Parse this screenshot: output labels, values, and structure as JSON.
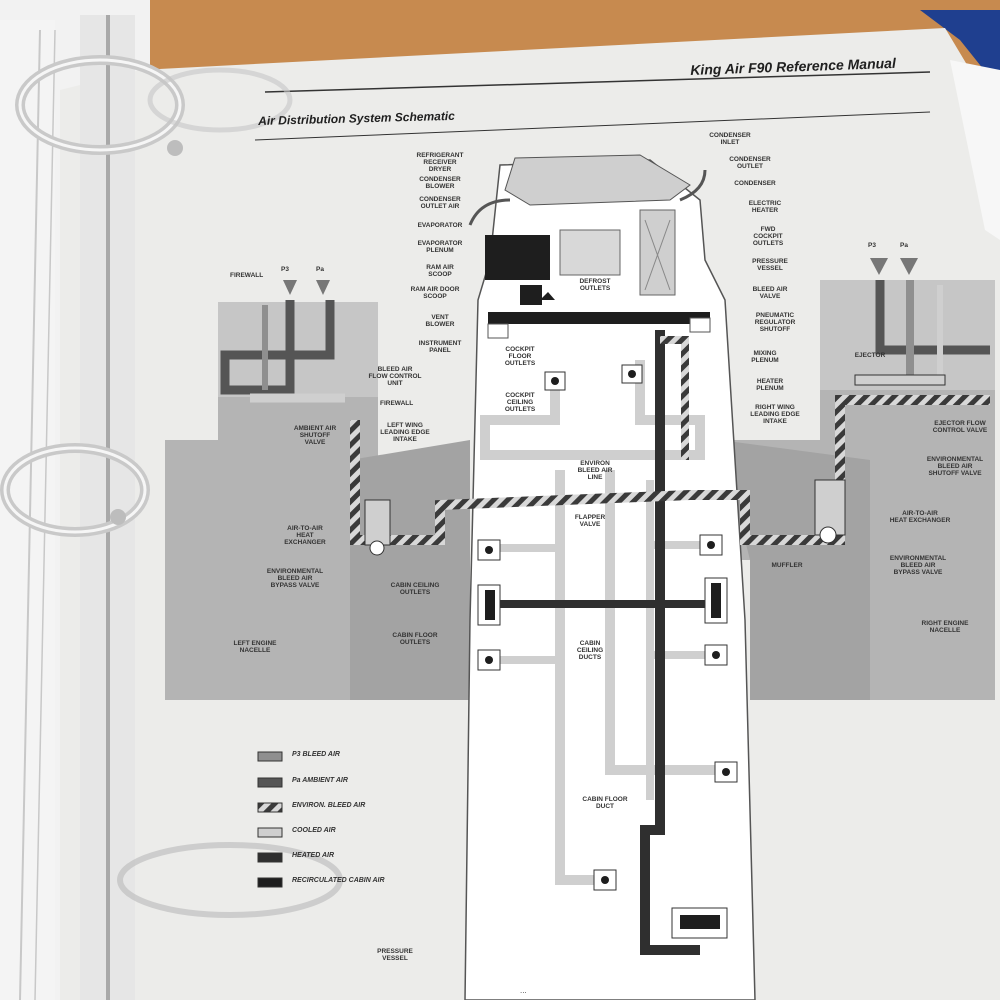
{
  "header_title": "King Air F90 Reference Manual",
  "section_title": "Air Distribution System Schematic",
  "page_number": "...",
  "colors": {
    "paper": "#ececea",
    "p3_bleed": "#8f8f8f",
    "ambient": "#555555",
    "cooled": "#cfcfcf",
    "heated": "#2f2f2f",
    "recirculated": "#1e1e1e",
    "nacelle": "#b4b4b4"
  },
  "labels": {
    "left_engine_nacelle": "LEFT ENGINE\nNACELLE",
    "right_engine_nacelle": "RIGHT ENGINE\nNACELLE",
    "firewall_left": "FIREWALL",
    "firewall_left_top": "FIREWALL",
    "bleed_air_flow_control_unit": "BLEED AIR\nFLOW CONTROL\nUNIT",
    "ambient_air_shutoff_valve": "AMBIENT AIR\nSHUTOFF\nVALVE",
    "left_wing_leading_edge": "LEFT WING\nLEADING EDGE\nINTAKE",
    "left_air_to_air_heat_exchanger": "AIR-TO-AIR\nHEAT\nEXCHANGER",
    "left_env_bleed_air_bypass_valve": "ENVIRONMENTAL\nBLEED AIR\nBYPASS VALVE",
    "cabin_ceiling_outlets": "CABIN CEILING\nOUTLETS",
    "cabin_floor_outlets": "CABIN FLOOR\nOUTLETS",
    "refrigerant_receiver_dryer": "REFRIGERANT\nRECEIVER\nDRYER",
    "condenser_blower": "CONDENSER\nBLOWER",
    "condenser_outlet_air": "CONDENSER\nOUTLET AIR",
    "evaporator": "EVAPORATOR",
    "evaporator_plenum": "EVAPORATOR\nPLENUM",
    "ram_air_scoop": "RAM AIR\nSCOOP",
    "ram_air_door": "RAM AIR DOOR\nSCOOP",
    "vent_blower": "VENT\nBLOWER",
    "instrument_panel": "INSTRUMENT\nPANEL",
    "cockpit_floor_outlets": "COCKPIT\nFLOOR\nOUTLETS",
    "cockpit_ceiling_outlets": "COCKPIT\nCEILING\nOUTLETS",
    "defrost_outlets": "DEFROST\nOUTLETS",
    "pressure_vessel_top": "PRESSURE\nVESSEL",
    "pressure_vessel_bottom": "PRESSURE\nVESSEL",
    "condenser_inlet": "CONDENSER\nINLET",
    "condenser_outlet": "CONDENSER\nOUTLET",
    "condenser": "CONDENSER",
    "electric_heater": "ELECTRIC\nHEATER",
    "fwd_cockpit_outlets": "FWD\nCOCKPIT\nOUTLETS",
    "bleed_air_valve_right": "BLEED AIR\nVALVE",
    "pneumatic_regulator_shutoff": "PNEUMATIC\nREGULATOR\nSHUTOFF",
    "mixing_plenum": "MIXING\nPLENUM",
    "heater_plenum": "HEATER\nPLENUM",
    "right_wing_leading_edge": "RIGHT WING\nLEADING EDGE\nINTAKE",
    "ejector": "EJECTOR",
    "ejector_flow_control_valve": "EJECTOR FLOW\nCONTROL VALVE",
    "right_env_bleed_air_shutoff": "ENVIRONMENTAL\nBLEED AIR\nSHUTOFF VALVE",
    "right_air_to_air_heat_exchanger": "AIR-TO-AIR\nHEAT EXCHANGER",
    "right_env_bleed_air_bypass_valve": "ENVIRONMENTAL\nBLEED AIR\nBYPASS VALVE",
    "environ_bleed_air_line": "ENVIRON\nBLEED AIR\nLINE",
    "flapper_valve": "FLAPPER\nVALVE",
    "muffler": "MUFFLER",
    "cabin_ceiling_ducts": "CABIN\nCEILING\nDUCTS",
    "cabin_floor_duct": "CABIN FLOOR\nDUCT",
    "p3_left": "P3",
    "pa_left": "Pa",
    "p3_right": "P3",
    "pa_right": "Pa"
  },
  "legend": [
    {
      "label": "P3 BLEED AIR",
      "color": "#8f8f8f",
      "pattern": "solid"
    },
    {
      "label": "Pa AMBIENT AIR",
      "color": "#555555",
      "pattern": "solid"
    },
    {
      "label": "ENVIRON. BLEED AIR",
      "color": "#3a3a3a",
      "pattern": "stripe"
    },
    {
      "label": "COOLED AIR",
      "color": "#cfcfcf",
      "pattern": "solid"
    },
    {
      "label": "HEATED AIR",
      "color": "#2f2f2f",
      "pattern": "solid"
    },
    {
      "label": "RECIRCULATED CABIN AIR",
      "color": "#1e1e1e",
      "pattern": "solid"
    }
  ]
}
